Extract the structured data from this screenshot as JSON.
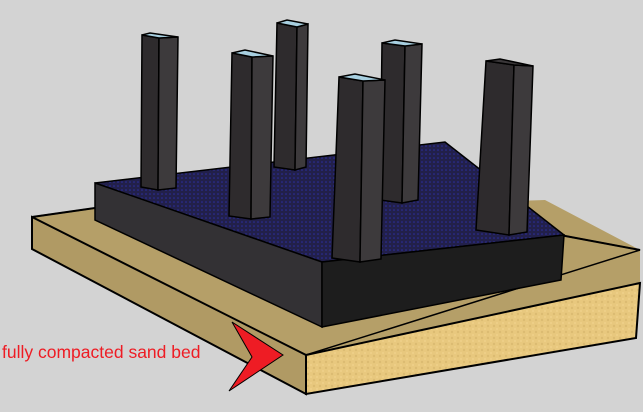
{
  "scene": {
    "description": "3D sketch of a dark foundation slab with six square hollow columns resting on a sand bed",
    "background_color": "#d3d3d3"
  },
  "annotation": {
    "label": "fully compacted sand bed",
    "color": "#ee1c24",
    "pointer": "red-arrow-chevron"
  },
  "colors": {
    "sand_top": "#b59f68",
    "sand_front": "#e8c87e",
    "sand_left": "#b09a64",
    "slab_top": "#1f1d4a",
    "slab_left": "#333134",
    "slab_front": "#1d1d1d",
    "column_left_face": "#2e2b2d",
    "column_right_face": "#3d3a3c",
    "column_opening": "#a7cfe0",
    "outline": "#000000"
  },
  "columns": [
    {
      "id": "column-1",
      "position": "back-left"
    },
    {
      "id": "column-2",
      "position": "middle-left"
    },
    {
      "id": "column-3",
      "position": "back-center"
    },
    {
      "id": "column-4",
      "position": "back-right-center"
    },
    {
      "id": "column-5",
      "position": "front-center"
    },
    {
      "id": "column-6",
      "position": "right"
    }
  ]
}
